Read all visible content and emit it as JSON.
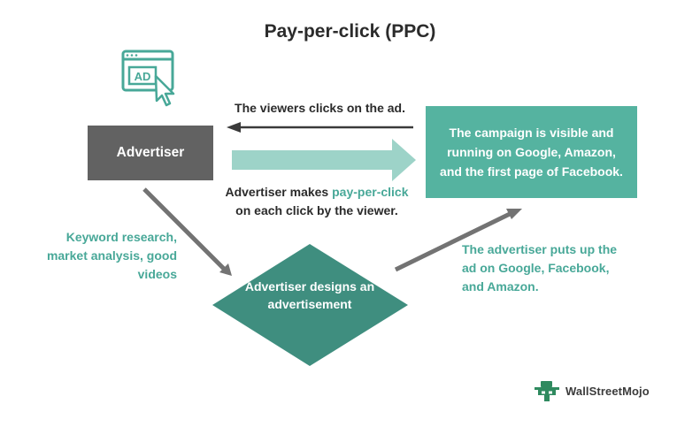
{
  "title": "Pay-per-click (PPC)",
  "advertiser_box": {
    "label": "Advertiser"
  },
  "campaign_box": {
    "text": "The campaign is visible and running on Google, Amazon, and the first page of Facebook."
  },
  "clicks_label": "The viewers clicks on the ad.",
  "payment_label": {
    "part1": "Advertiser makes ",
    "highlight": "pay-per-click",
    "part2": " on each click by the viewer."
  },
  "keyword_label": "Keyword research, market analysis, good videos",
  "puts_label": "The advertiser puts up the ad on Google, Facebook, and Amazon.",
  "diamond": {
    "text": "Advertiser designs an advertisement"
  },
  "ad_icon": {
    "text": "AD",
    "icon": "ad-click-icon"
  },
  "logo": {
    "text": "WallStreetMojo",
    "icon": "wallstreetmojo-logo-icon"
  },
  "colors": {
    "teal": "#48a898",
    "teal_box": "#55b3a0",
    "diamond": "#3f8e7f",
    "light_arrow": "#9dd3c8",
    "gray_box": "#626262",
    "gray_arrow": "#737373",
    "dark_arrow": "#3a3a3a"
  }
}
